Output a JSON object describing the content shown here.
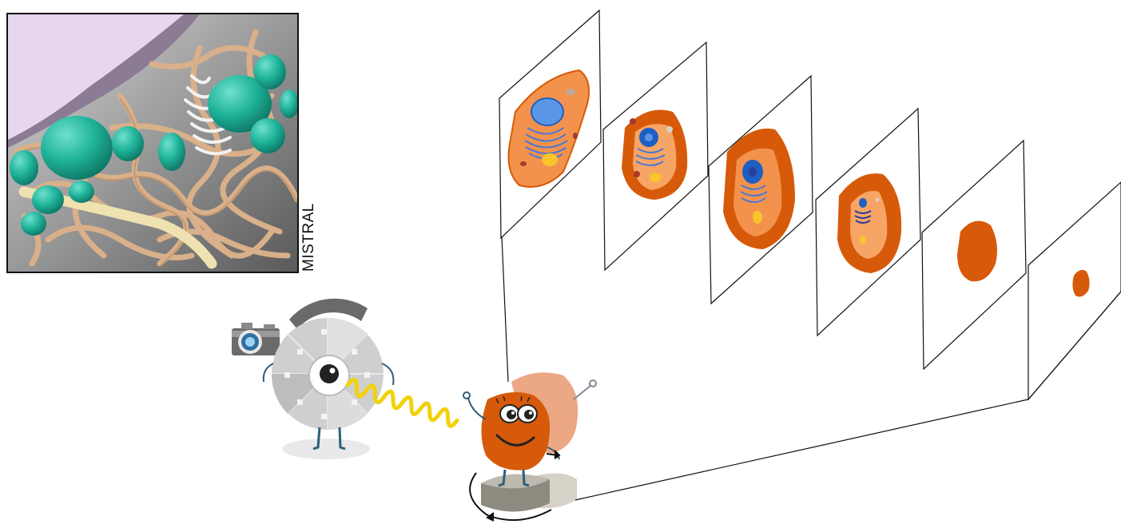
{
  "figure": {
    "method_label": "MISTRAL"
  },
  "colors": {
    "cell_outer": "#d65a0a",
    "cell_light": "#f3924c",
    "cell_inner": "#f7a565",
    "nucleus_blue": "#1e5fc4",
    "nucleus_light": "#5b95e6",
    "golgi_blue": "#4a78d8",
    "mito_red": "#a63a2a",
    "golgi_yellow": "#f7c62a",
    "membrane_tan": "#d9b08a",
    "vesicle_teal": "#1fb39a",
    "er_purple": "#d9c4e6",
    "beam_yellow": "#f1d20a",
    "wheel_gray": "#cfcfcf"
  },
  "icons": [
    "camera-icon",
    "filter-wheel-character",
    "cell-character",
    "rotation-arrow-icon"
  ]
}
